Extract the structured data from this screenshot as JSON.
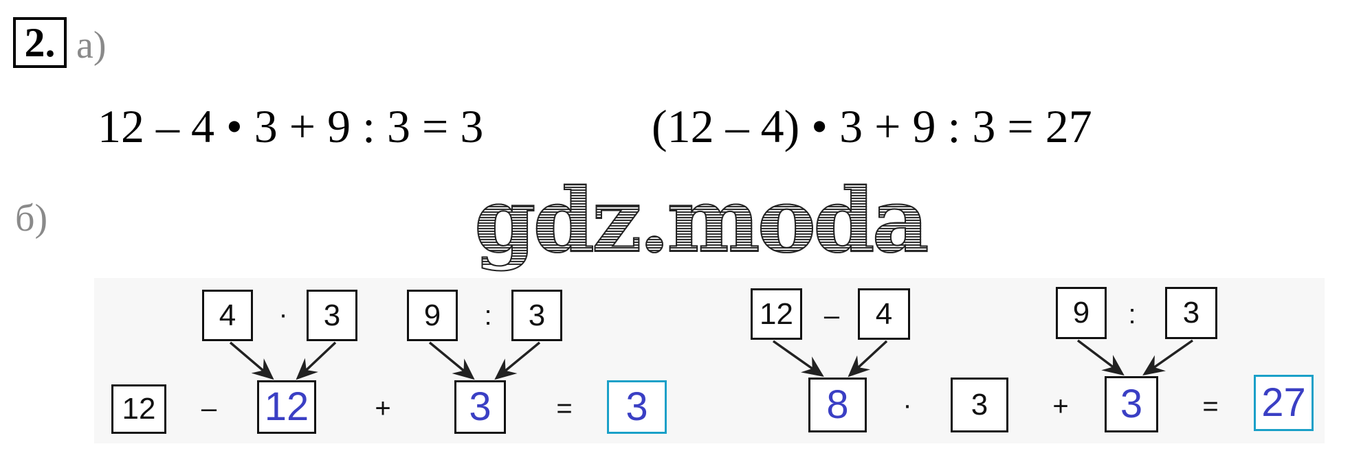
{
  "task_number": "2.",
  "part_a": {
    "label": "а)",
    "equation_1": "12 – 4 • 3 + 9 : 3 = 3",
    "equation_2": "(12 – 4) • 3 + 9 : 3 = 27"
  },
  "part_b": {
    "label": "б)",
    "diagram_1": {
      "top": [
        "4",
        "·",
        "3",
        "9",
        ":",
        "3"
      ],
      "bottom": [
        "12",
        "–",
        "12",
        "+",
        "3",
        "=",
        "3"
      ]
    },
    "diagram_2": {
      "top": [
        "12",
        "–",
        "4",
        "9",
        ":",
        "3"
      ],
      "bottom": [
        "8",
        "·",
        "3",
        "+",
        "3",
        "=",
        "27"
      ]
    }
  },
  "watermark": "gdz.moda",
  "colors": {
    "answer_digit": "#3a3fc4",
    "final_box": "#1aa0c8"
  }
}
